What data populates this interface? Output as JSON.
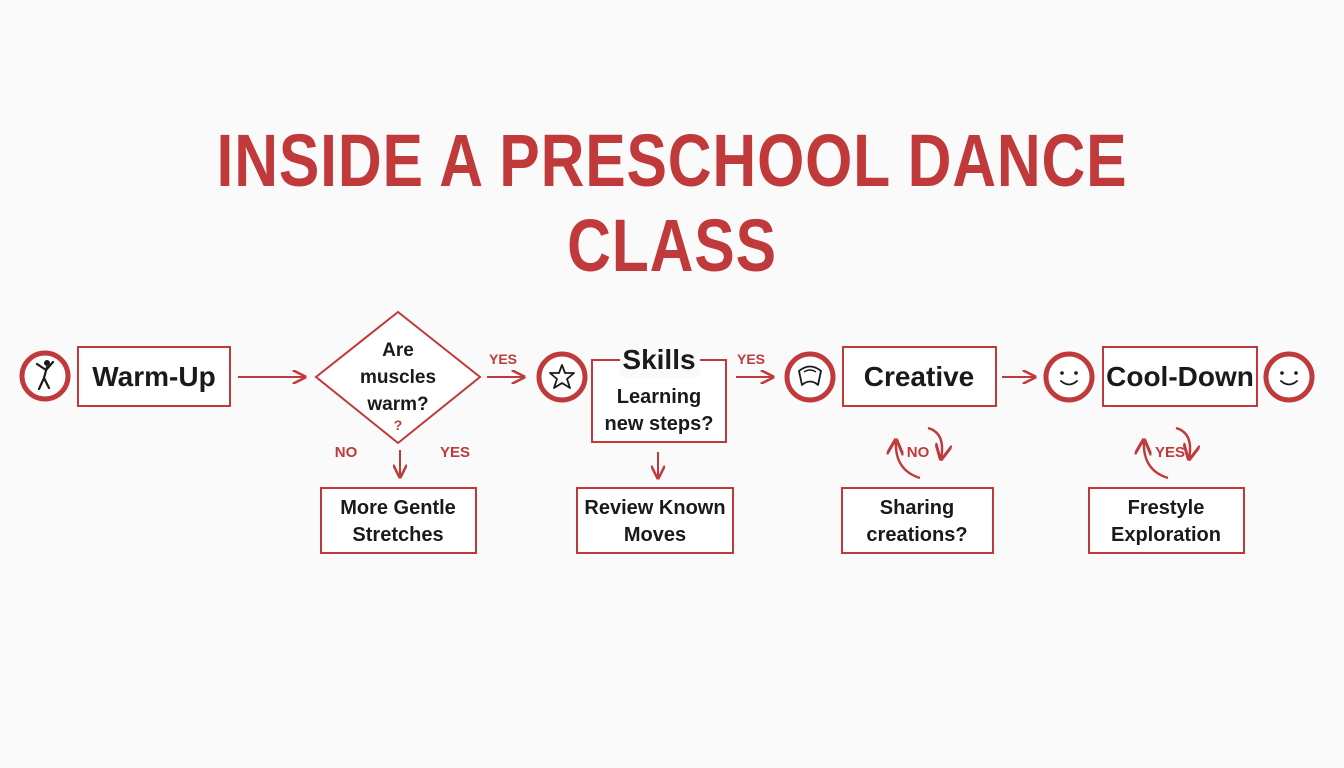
{
  "title": "INSIDE A PRESCHOOL DANCE CLASS",
  "colors": {
    "accent": "#c0393b",
    "text": "#1a1a1a",
    "background": "#fafafa"
  },
  "icons": {
    "warmup": "dancer-icon",
    "skills": "star-icon",
    "creative": "scarf-icon",
    "cooldown_left": "smiley-icon",
    "cooldown_right": "smiley-icon"
  },
  "nodes": {
    "warmup": "Warm-Up",
    "decision": [
      "Are",
      "muscles",
      "warm?"
    ],
    "decision_mark": "?",
    "gentle": [
      "More Gentle",
      "Stretches"
    ],
    "skills_title": "Skills",
    "skills_sub": [
      "Learning",
      "new steps?"
    ],
    "review": [
      "Review Known",
      "Moves"
    ],
    "creative": "Creative",
    "sharing": [
      "Sharing",
      "creations?"
    ],
    "cooldown": "Cool-Down",
    "freestyle": [
      "Frestyle",
      "Exploration"
    ]
  },
  "labels": {
    "yes_after_decision": "YES",
    "yes_after_skills": "YES",
    "no_decision": "NO",
    "yes_decision": "YES",
    "no_creative": "NO",
    "yes_cooldown": "YES"
  }
}
